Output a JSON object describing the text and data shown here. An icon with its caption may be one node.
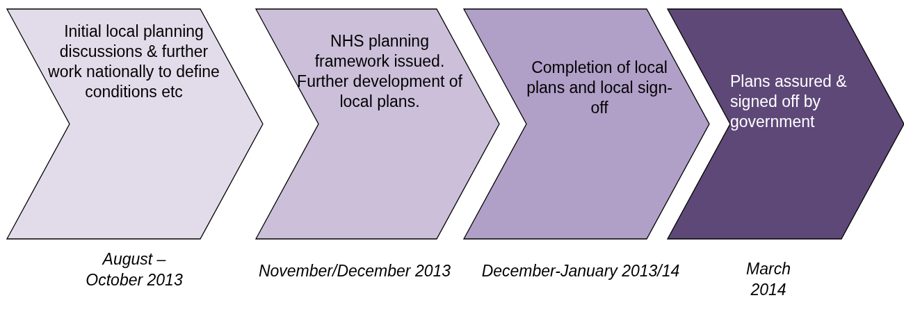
{
  "diagram": {
    "nodes": [
      {
        "text": [
          "Initial local planning discussions & further work nationally to define conditions etc"
        ],
        "beside": [
          "August – October 2013"
        ]
      },
      {
        "text": [
          "NHS planning framework issued. Further development of local plans."
        ],
        "beside": [
          "November/December 2013"
        ]
      },
      {
        "text": [
          "Completion of local plans and local sign-off"
        ],
        "beside": [
          "December-January 2013/14"
        ]
      },
      {
        "text": [
          "Plans assured & signed off by government"
        ],
        "beside": [
          "March 2014"
        ]
      }
    ]
  }
}
